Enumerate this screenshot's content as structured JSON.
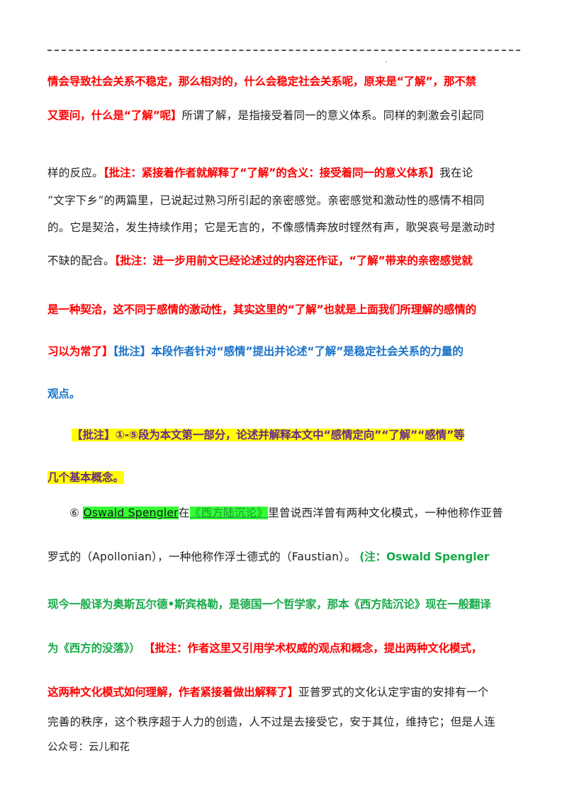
{
  "document": {
    "lines": {
      "l1": "情会导致社会关系不稳定，那么相对的，什么会稳定社会关系呢，原来是“了解”，那不禁",
      "l2_red": "又要问，什么是“了解”呢】",
      "l2_body": "所谓了解，是指接受着同一的意义体系。同样的刺激会引起同",
      "l3_body": "样的反应。",
      "l3_red": "【批注：紧接着作者就解释了“了解”的含义：接受着同一的意义体系】",
      "l3_tail": "我在论",
      "l4_body": "“文字下乡”的两篇里，已说起过熟习所引起的亲密感觉。亲密感觉和激动性的感情不相同",
      "l5_body": "的。它是契洽，发生持续作用；它是无言的，不像感情奔放时铿然有声，歌哭哀号是激动时",
      "l6_body": "不缺的配合。",
      "l6_red": "【批注：进一步用前文已经论述过的内容还作证，“了解”带来的亲密感觉就",
      "l7_red": "是一种契洽，这不同于感情的激动性，其实这里的“了解”也就是上面我们所理解的感情的",
      "l8_red": "习以为常了】",
      "l8_blue": "【批注】本段作者针对“感情”提出并论述“了解”是稳定社会关系的力量的",
      "l9_blue": "观点。",
      "l10_highlight": "【批注】①-⑤段为本文第一部分，论述并解释本文中“感情定向”“了解”“感情”等",
      "l11_highlight": "几个基本概念。",
      "l12_num": "⑥",
      "l12_author": "Oswald Spengler",
      "l12_zai": "在",
      "l12_book": "《西方陆沉论》",
      "l12_body": "里曾说西洋曾有两种文化模式，一种他称作亚普",
      "l13_a": "罗式的（",
      "l13_apollonian": "Apollonian",
      "l13_b": "），一种他称作浮士德式的（",
      "l13_faustian": "Faustian",
      "l13_c": "）。",
      "l13_green": "(注：Oswald Spengler",
      "l14_green": "现今一般译为奥斯瓦尔德•斯宾格勒，是德国一个哲学家，那本《西方陆沉论》现在一般翻译",
      "l15_green": "为《西方的没落》）",
      "l15_red": "【批注：作者这里又引用学术权威的观点和概念，提出两种文化模式，",
      "l16_red": "这两种文化模式如何理解，作者紧接着做出解释了】",
      "l16_body": "亚普罗式的文化认定宇宙的安排有一个",
      "l17_body": "完善的秩序，这个秩序超于人力的创造，人不过是去接受它，安于其位，维持它；但是人连"
    },
    "footer": "公众号：云儿和花"
  },
  "colors": {
    "annotation_red": "#ff0000",
    "annotation_blue": "#1a73c8",
    "annotation_purple": "#6a2a8a",
    "note_green": "#1aaa4a",
    "highlight_yellow": "#ffff00",
    "highlight_green": "#33ff33",
    "body_text": "#222222"
  }
}
